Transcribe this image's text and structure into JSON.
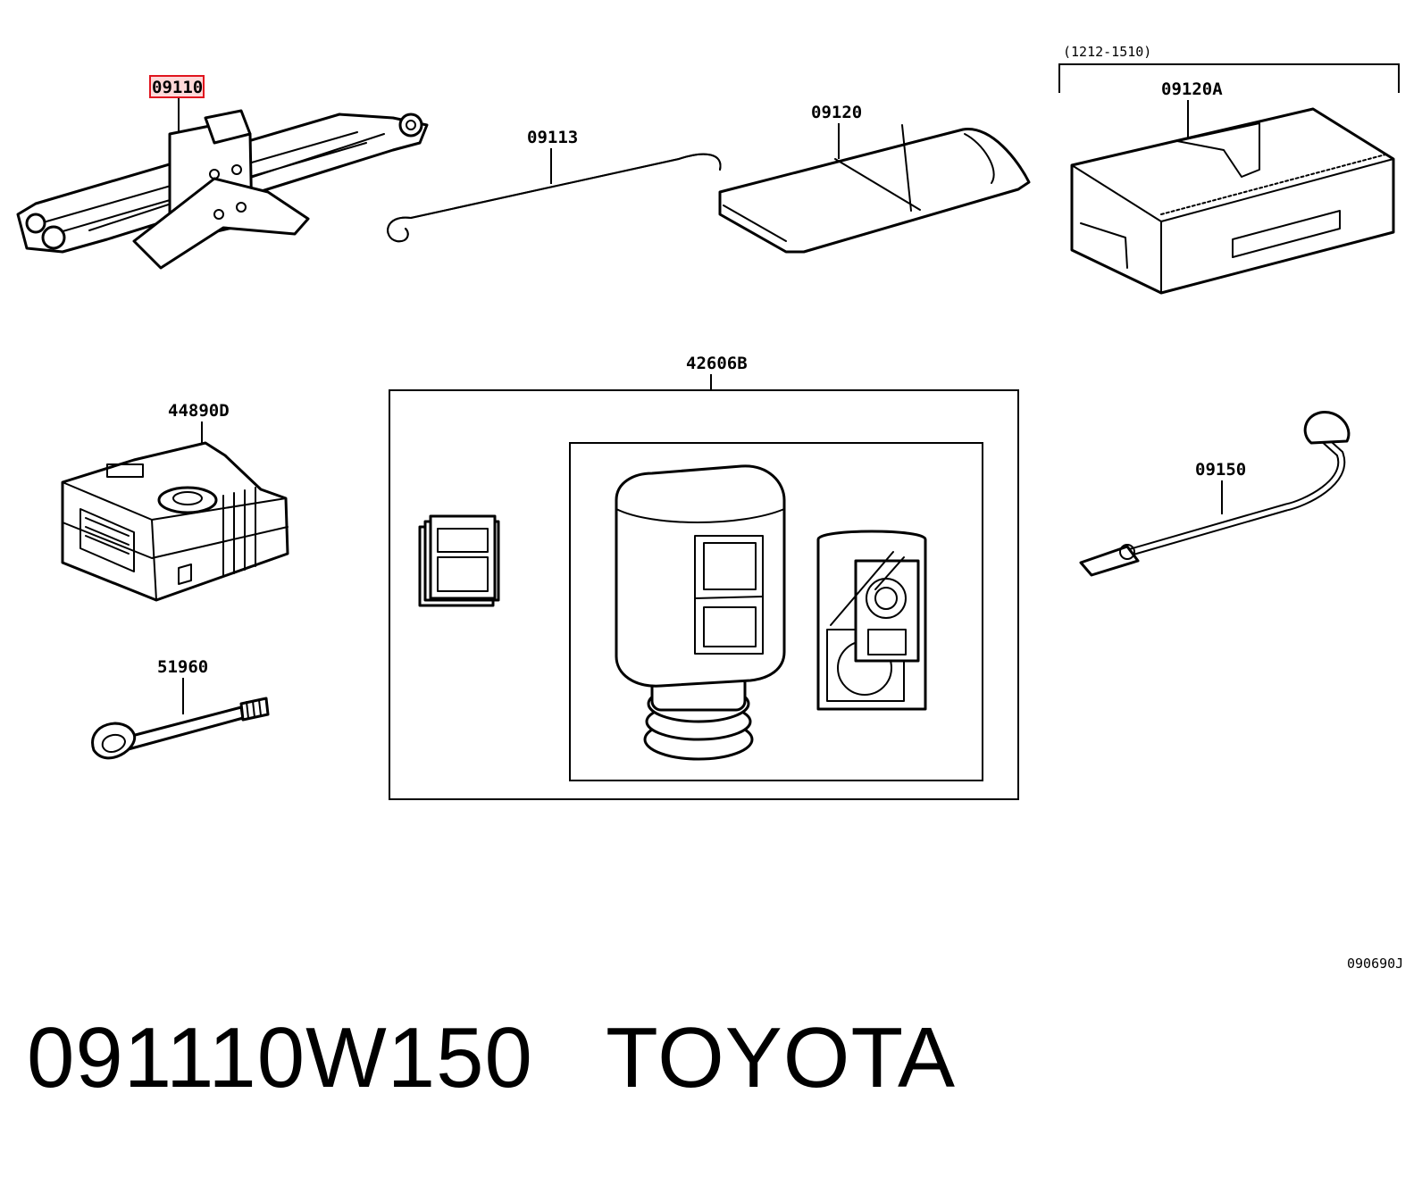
{
  "diagram": {
    "parts": [
      {
        "id": "jack",
        "label": "09110",
        "highlighted": true
      },
      {
        "id": "handle",
        "label": "09113"
      },
      {
        "id": "tool-bag",
        "label": "09120"
      },
      {
        "id": "tool-box",
        "label": "09120A",
        "range": "(1212-1510)"
      },
      {
        "id": "repair-kit",
        "label": "42606B"
      },
      {
        "id": "compressor",
        "label": "44890D"
      },
      {
        "id": "wrench",
        "label": "09150"
      },
      {
        "id": "tow-hook",
        "label": "51960"
      }
    ],
    "figure_code": "090690J",
    "highlight_color": "#e0141e"
  },
  "caption": {
    "part_number": "091110W150",
    "brand": "TOYOTA"
  }
}
